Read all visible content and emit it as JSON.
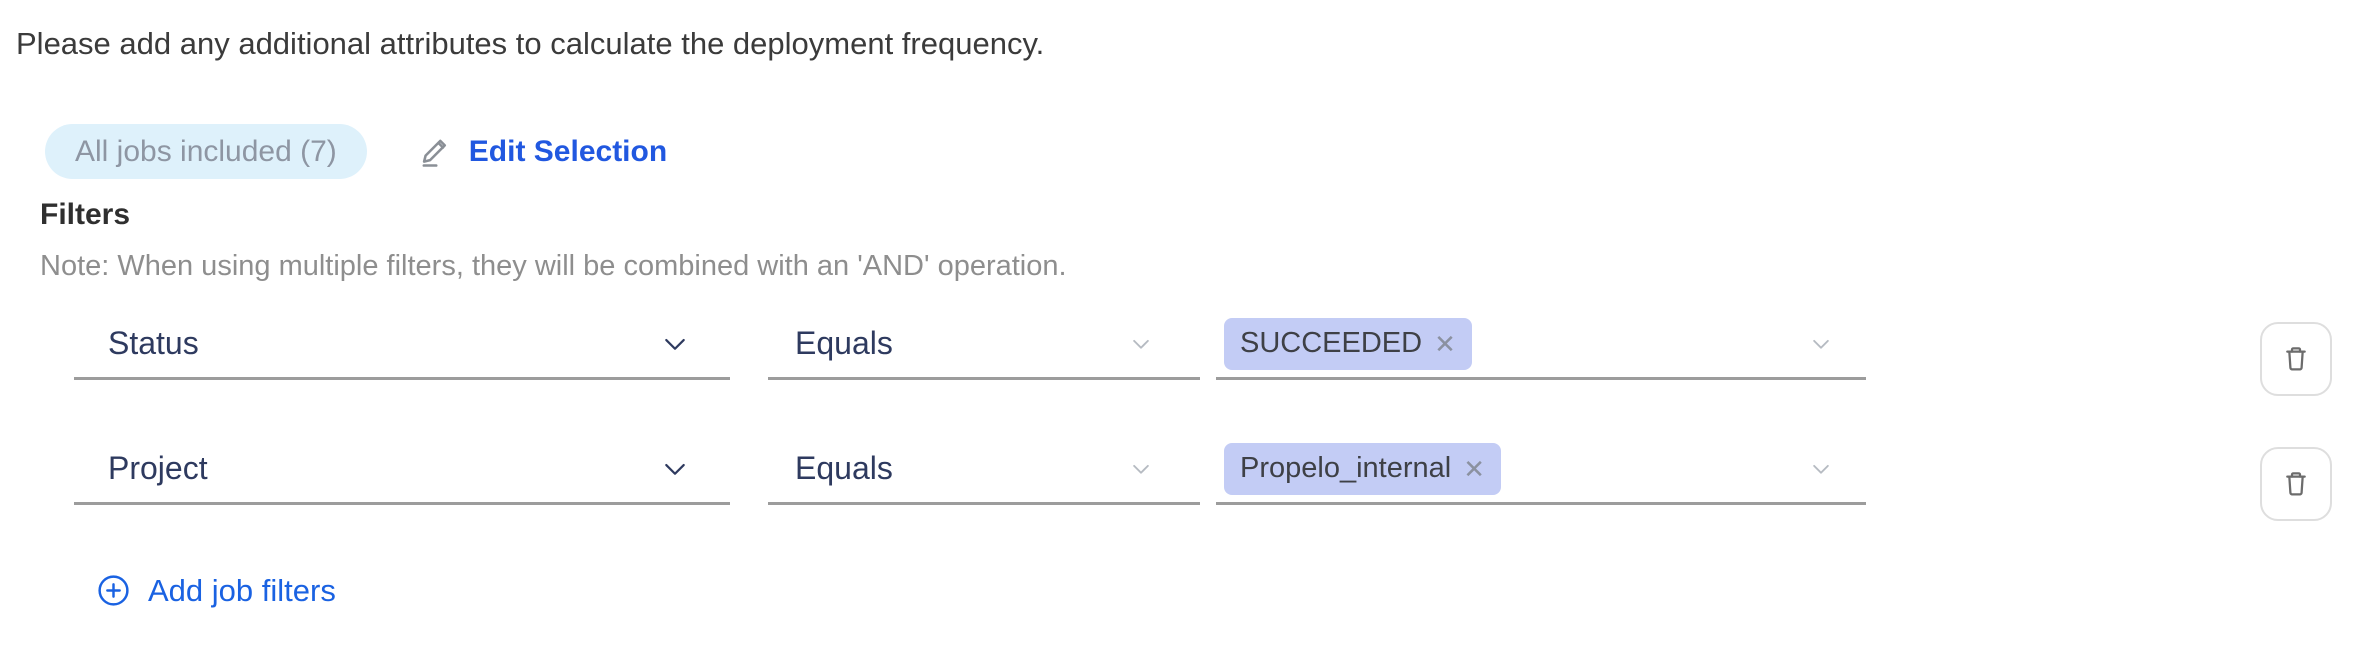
{
  "header": {
    "instruction": "Please add any additional attributes to calculate the deployment frequency."
  },
  "jobs": {
    "badge_label": "All jobs included (7)",
    "edit_label": "Edit Selection"
  },
  "filters": {
    "heading": "Filters",
    "note": "Note: When using multiple filters, they will be combined with an 'AND' operation.",
    "rows": [
      {
        "attribute": "Status",
        "operator": "Equals",
        "values": [
          "SUCCEEDED"
        ]
      },
      {
        "attribute": "Project",
        "operator": "Equals",
        "values": [
          "Propelo_internal"
        ]
      }
    ],
    "add_label": "Add job filters"
  },
  "icons": {
    "edit": "pencil-icon",
    "dropdown": "chevron-down-icon",
    "remove_value": "✕",
    "delete_row": "trash-icon",
    "add": "plus-circle-icon"
  },
  "colors": {
    "link_blue": "#1a62e2",
    "badge_bg": "#def1fb",
    "badge_text": "#8e96a3",
    "tag_bg": "#c3ccf5",
    "field_text": "#2e3a5f",
    "underline": "#9c9c9c",
    "note_text": "#8e8e8e"
  }
}
